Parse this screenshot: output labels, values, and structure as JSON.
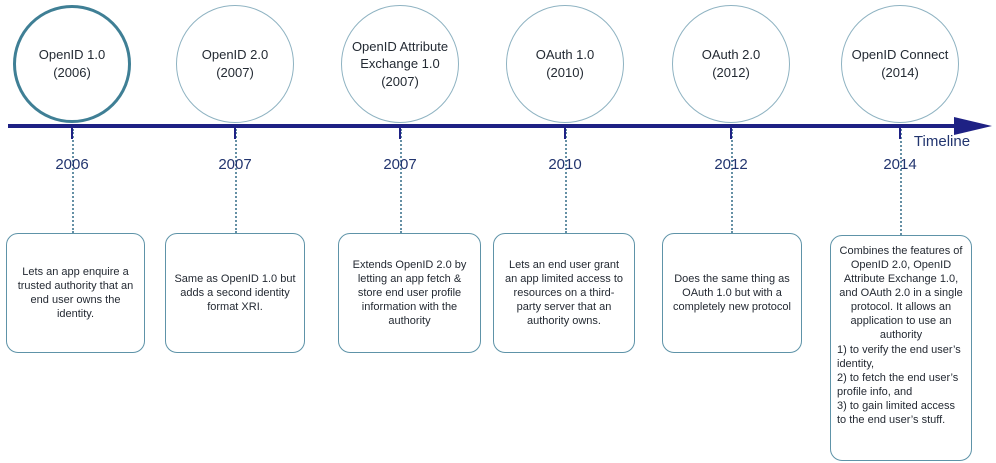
{
  "diagram_type": "timeline",
  "timeline": {
    "label": "Timeline"
  },
  "colors": {
    "timeline_line": "#1e2184",
    "emphasized_circle_border": "#3f7f95",
    "circle_border": "#8fb3c2",
    "box_border": "#5e93a8",
    "connector_dotted": "#6590a5",
    "year_text": "#22356f",
    "body_text": "#242a33"
  },
  "items": [
    {
      "name": "OpenID 1.0",
      "paren": "(2006)",
      "year": "2006",
      "description": "Lets an app enquire a trusted authority that an end user owns the identity."
    },
    {
      "name": "OpenID 2.0",
      "paren": "(2007)",
      "year": "2007",
      "description": "Same as OpenID 1.0 but adds a second identity format XRI."
    },
    {
      "name": "OpenID Attribute Exchange 1.0",
      "paren": "(2007)",
      "year": "2007",
      "description": "Extends OpenID 2.0 by letting an app fetch & store end user profile information with the authority"
    },
    {
      "name": "OAuth 1.0",
      "paren": "(2010)",
      "year": "2010",
      "description": "Lets an end user grant an app limited access to resources on a third-party server that an authority owns."
    },
    {
      "name": "OAuth 2.0",
      "paren": "(2012)",
      "year": "2012",
      "description": "Does the same thing as OAuth 1.0 but with a completely new protocol"
    },
    {
      "name": "OpenID Connect",
      "paren": "(2014)",
      "year": "2014",
      "description": "Combines the features of OpenID 2.0, OpenID Attribute Exchange 1.0, and OAuth 2.0 in a single protocol. It allows an application to use an authority",
      "description_list": "1) to verify the end user’s identity,\n2) to fetch the end user’s profile info, and\n3) to gain limited access to the end user’s stuff."
    }
  ]
}
